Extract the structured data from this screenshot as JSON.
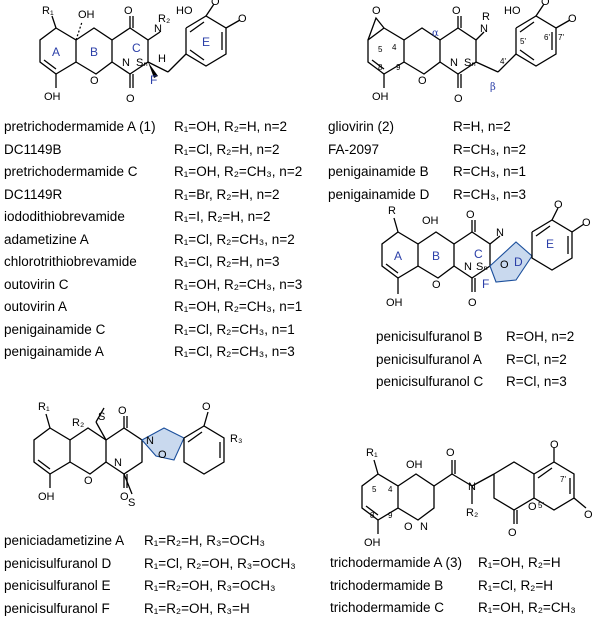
{
  "atoms": {
    "R1": "R₁",
    "R2": "R₂",
    "R3": "R₃",
    "R": "R",
    "O": "O",
    "N": "N",
    "S": "S",
    "Sn": "Sₙ",
    "H": "H",
    "OH": "OH",
    "HO": "HO",
    "F": "F",
    "n": "n",
    "alpha": "α",
    "beta": "β"
  },
  "ring_labels": {
    "A": "A",
    "B": "B",
    "C": "C",
    "D": "D",
    "E": "E",
    "F": "F"
  },
  "atom_numbers": [
    "4",
    "5",
    "8",
    "9",
    "4'",
    "5'",
    "6'",
    "7'"
  ],
  "table1": [
    {
      "name": "pretrichodermamide A (1)",
      "subst": "R₁=OH, R₂=H, n=2"
    },
    {
      "name": "DC1149B",
      "subst": "R₁=Cl, R₂=H, n=2"
    },
    {
      "name": "pretrichodermamide C",
      "subst": "R₁=OH, R₂=CH₃, n=2"
    },
    {
      "name": "DC1149R",
      "subst": "R₁=Br, R₂=H, n=2"
    },
    {
      "name": "iododithiobrevamide",
      "subst": "R₁=I, R₂=H, n=2"
    },
    {
      "name": "adametizine A",
      "subst": "R₁=Cl, R₂=CH₃, n=2"
    },
    {
      "name": "chlorotrithiobrevamide",
      "subst": "R₁=Cl, R₂=H, n=3"
    },
    {
      "name": "outovirin C",
      "subst": "R₁=OH, R₂=CH₃, n=3"
    },
    {
      "name": "outovirin A",
      "subst": "R₁=OH, R₂=CH₃, n=1"
    },
    {
      "name": "penigainamide C",
      "subst": "R₁=Cl, R₂=CH₃, n=1"
    },
    {
      "name": "penigainamide A",
      "subst": "R₁=Cl, R₂=CH₃, n=3"
    }
  ],
  "table2": [
    {
      "name": "gliovirin (2)",
      "subst": "R=H, n=2"
    },
    {
      "name": "FA-2097",
      "subst": "R=CH₃, n=2"
    },
    {
      "name": "penigainamide B",
      "subst": "R=CH₃, n=1"
    },
    {
      "name": "penigainamide D",
      "subst": "R=CH₃, n=3"
    }
  ],
  "table3": [
    {
      "name": "penicisulfuranol B",
      "subst": "R=OH, n=2"
    },
    {
      "name": "penicisulfuranol A",
      "subst": "R=Cl, n=2"
    },
    {
      "name": "penicisulfuranol C",
      "subst": "R=Cl, n=3"
    }
  ],
  "table4": [
    {
      "name": "peniciadametizine A",
      "subst": "R₁=R₂=H, R₃=OCH₃"
    },
    {
      "name": "penicisulfuranol D",
      "subst": "R₁=Cl, R₂=OH, R₃=OCH₃"
    },
    {
      "name": "penicisulfuranol E",
      "subst": "R₁=R₂=OH, R₃=OCH₃"
    },
    {
      "name": "penicisulfuranol F",
      "subst": "R₁=R₂=OH, R₃=H"
    }
  ],
  "table5": [
    {
      "name": "trichodermamide A (3)",
      "subst": "R₁=OH, R₂=H"
    },
    {
      "name": "trichodermamide B",
      "subst": "R₁=Cl, R₂=H"
    },
    {
      "name": "trichodermamide C",
      "subst": "R₁=OH, R₂=CH₃"
    }
  ]
}
